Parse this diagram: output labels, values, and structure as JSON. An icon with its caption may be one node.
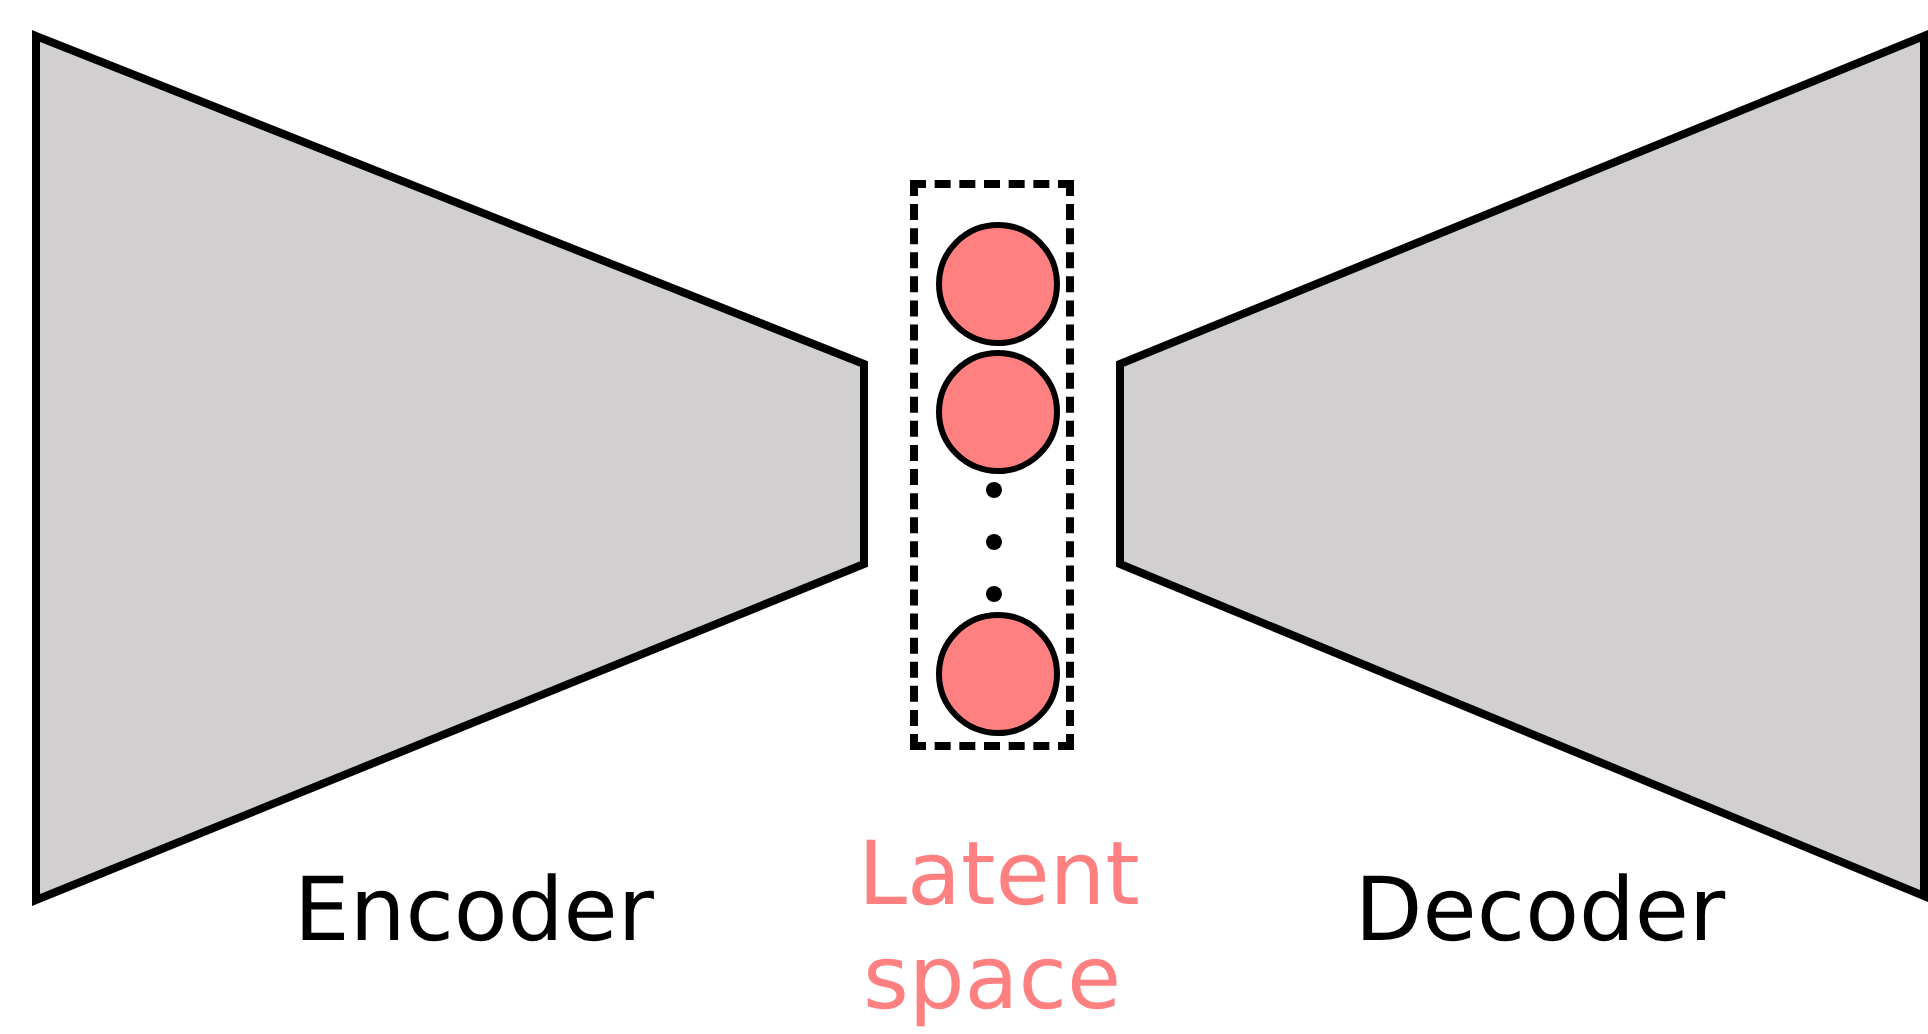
{
  "diagram": {
    "nodes": [
      {
        "text": [
          "Encoder"
        ]
      },
      {
        "text": [
          "Latent space"
        ]
      },
      {
        "text": [],
        "shape": "circle",
        "in": 1
      },
      {
        "text": [],
        "shape": "circle",
        "in": 1
      },
      {
        "text": [],
        "shape": "circle",
        "in": 1
      },
      {
        "text": [
          "Decoder"
        ]
      }
    ]
  }
}
